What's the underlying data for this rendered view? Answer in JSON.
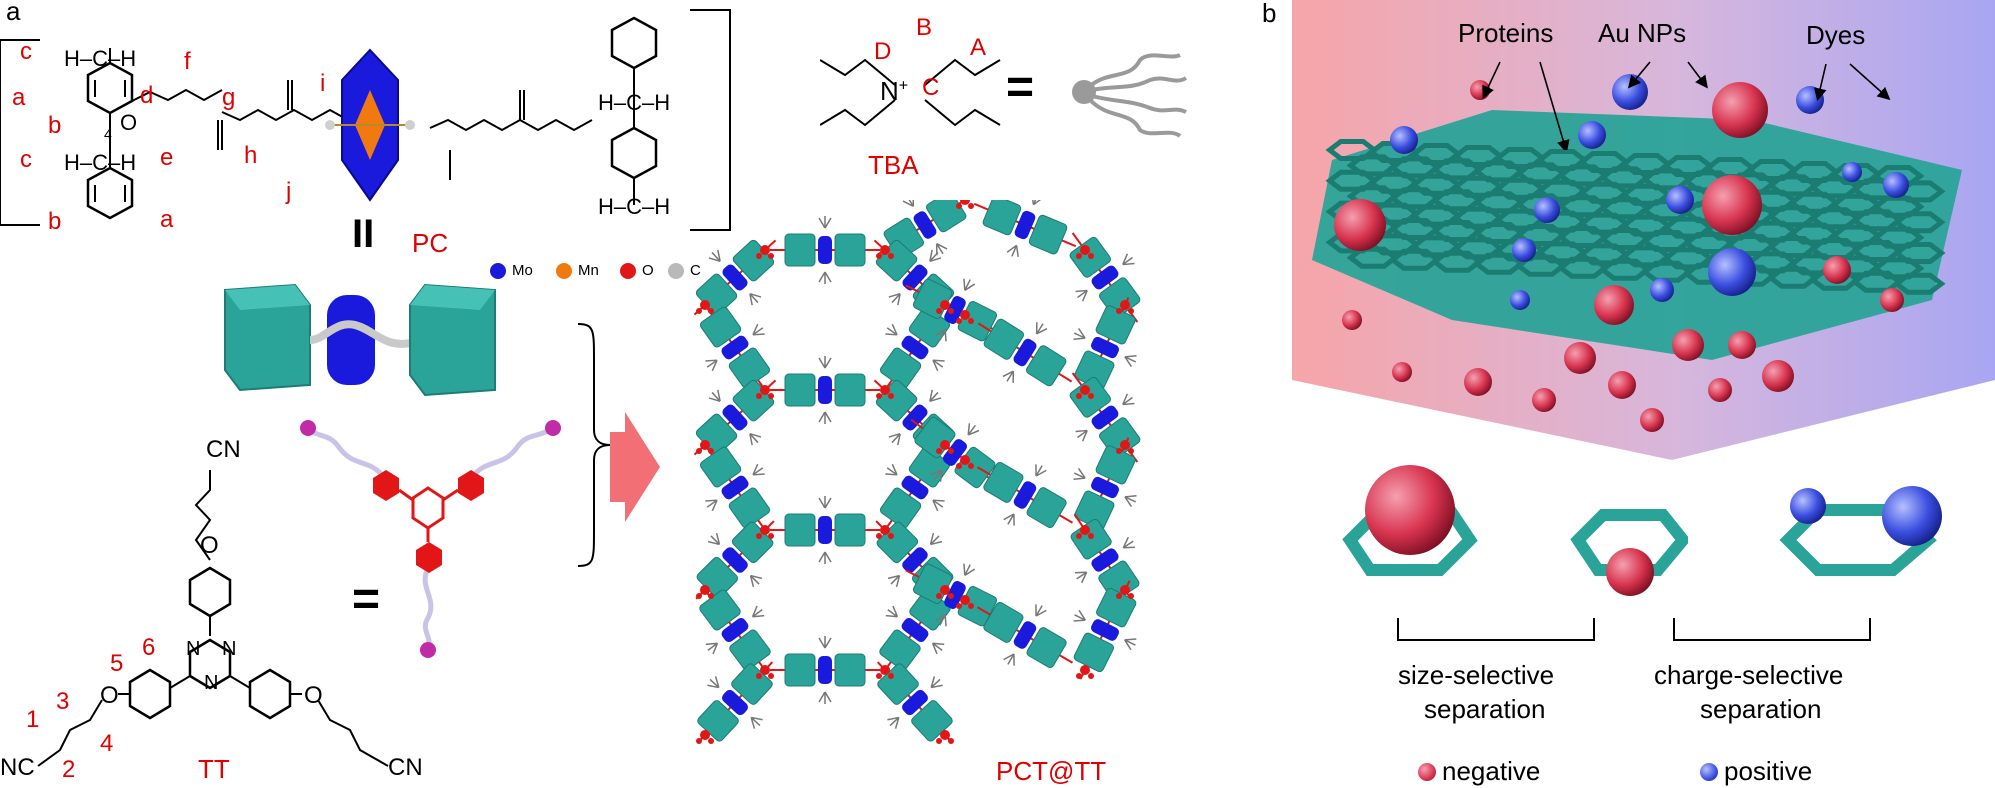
{
  "panel_a": {
    "letter": "a",
    "pc_labels": {
      "c1": "c",
      "a1": "a",
      "b1": "b",
      "c2": "c",
      "a2": "a",
      "b2": "b",
      "d": "d",
      "e": "e",
      "f": "f",
      "g": "g",
      "h": "h",
      "i": "i",
      "j": "j",
      "h_c_h_1": "H–C–H",
      "h_c_h_2": "H–C–H",
      "h_c_h_3": "H–C–H",
      "h_c_h_4": "H–C–H",
      "methoxy": "O",
      "ring_num": "4"
    },
    "pc_name": "PC",
    "equals_vertical": "II",
    "legend": [
      {
        "label": "Mo",
        "color": "#1a1adc"
      },
      {
        "label": "Mn",
        "color": "#f07a10"
      },
      {
        "label": "O",
        "color": "#e21616"
      },
      {
        "label": "C",
        "color": "#b9b9b9"
      }
    ],
    "tba": {
      "name": "TBA",
      "labels": {
        "A": "A",
        "B": "B",
        "C": "C",
        "D": "D"
      },
      "n_plus": "N",
      "plus": "+",
      "equals": "="
    },
    "tt": {
      "name": "TT",
      "cn_top": "CN",
      "cn_left": "NC",
      "cn_right": "CN",
      "o_top": "O",
      "o_left": "O",
      "o_right": "O",
      "n1": "N",
      "n2": "N",
      "n3": "N",
      "nums": {
        "n1": "1",
        "n2": "2",
        "n3": "3",
        "n4": "4",
        "n5": "5",
        "n6": "6"
      },
      "equals": "="
    },
    "framework_name": "PCT@TT"
  },
  "panel_b": {
    "letter": "b",
    "labels": {
      "proteins": "Proteins",
      "au_nps": "Au NPs",
      "dyes": "Dyes"
    },
    "size_selective": "size-selective\nseparation",
    "size_selective_l1": "size-selective",
    "size_selective_l2": "separation",
    "charge_selective_l1": "charge-selective",
    "charge_selective_l2": "separation",
    "legend": [
      {
        "label": "negative",
        "color": "#d8344f"
      },
      {
        "label": "positive",
        "color": "#3b4fe0"
      }
    ]
  },
  "colors": {
    "teal": "#2aa398",
    "label_red": "#e00000",
    "mo_blue": "#1a1adc",
    "neg_red": "#d8344f",
    "pos_blue": "#3b4fe0"
  }
}
